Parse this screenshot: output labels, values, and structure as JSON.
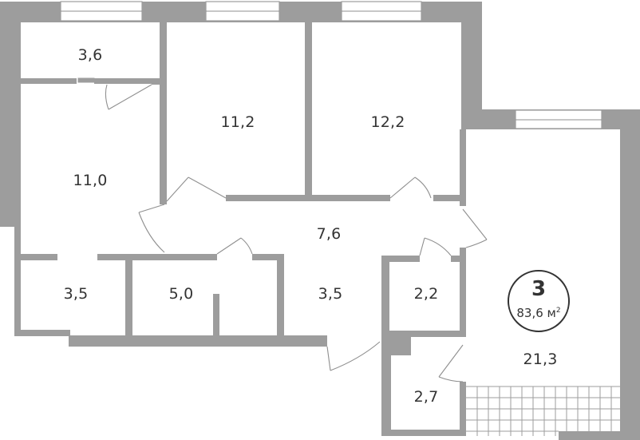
{
  "rooms": [
    {
      "id": "storage-top-left",
      "area": "3,6"
    },
    {
      "id": "bedroom-middle",
      "area": "11,2"
    },
    {
      "id": "bedroom-right",
      "area": "12,2"
    },
    {
      "id": "bedroom-left",
      "area": "11,0"
    },
    {
      "id": "hallway",
      "area": "7,6"
    },
    {
      "id": "bathroom-left",
      "area": "3,5"
    },
    {
      "id": "bathroom-middle",
      "area": "5,0"
    },
    {
      "id": "entrance",
      "area": "3,5"
    },
    {
      "id": "closet",
      "area": "2,2"
    },
    {
      "id": "living-kitchen",
      "area": "21,3"
    },
    {
      "id": "wc",
      "area": "2,7"
    }
  ],
  "summary": {
    "room_count": "3",
    "total_area_value": "83,6 м",
    "total_area_unit_power": "2"
  },
  "colors": {
    "wall": "#9d9d9d",
    "text": "#333333",
    "background": "#ffffff"
  }
}
